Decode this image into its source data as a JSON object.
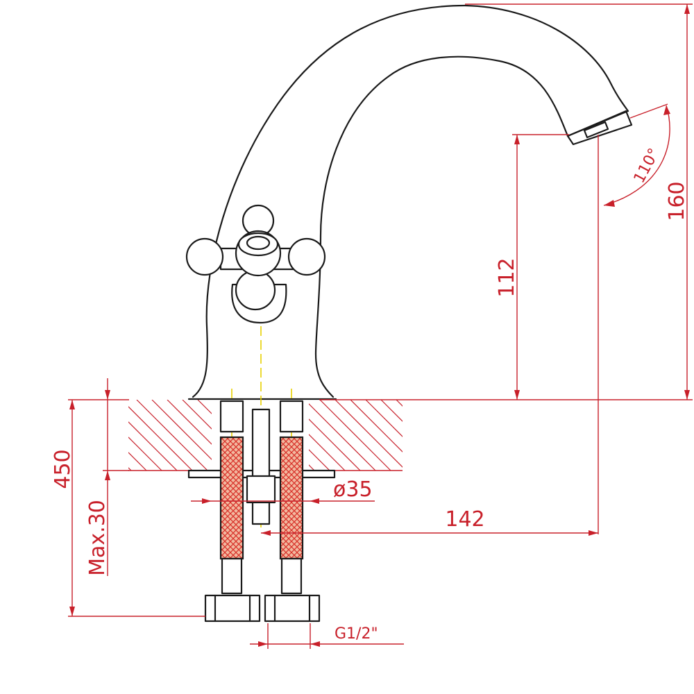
{
  "dimensions": {
    "spout_height": "112",
    "total_height": "160",
    "swivel_angle": "110°",
    "hose_length": "450",
    "max_counter_thickness": "Max.30",
    "mounting_hole": "ø35",
    "spout_reach": "142",
    "connection_thread": "G1/2\""
  },
  "colors": {
    "dimension": "#c8202a",
    "outline": "#1a1a1a",
    "axis": "#e8d000",
    "hose_mesh": "#e05030"
  }
}
